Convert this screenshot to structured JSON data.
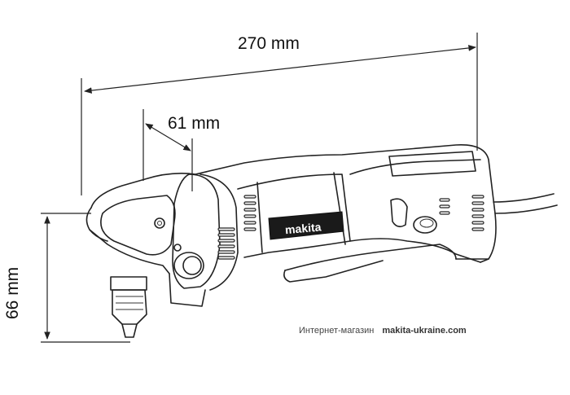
{
  "dimensions": {
    "length": "270 mm",
    "head": "61 mm",
    "height": "66 mm"
  },
  "watermark": {
    "shop": "Интернет-магазин",
    "site": "makita-ukraine.com"
  },
  "logo": "makita"
}
